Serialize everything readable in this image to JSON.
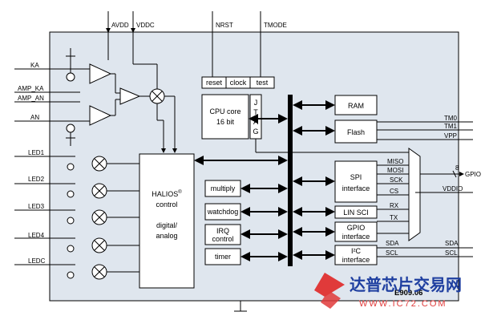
{
  "top_pins": {
    "avdd": "AVDD",
    "vddc": "VDDC",
    "nrst": "NRST",
    "tmode": "TMODE"
  },
  "left_pins": {
    "ka": "KA",
    "amp_ka": "AMP_KA",
    "amp_an": "AMP_AN",
    "an": "AN",
    "led1": "LED1",
    "led2": "LED2",
    "led3": "LED3",
    "led4": "LED4",
    "ledc": "LEDC"
  },
  "cpu": {
    "reset": "reset",
    "clock": "clock",
    "test": "test",
    "core_line1": "CPU core",
    "core_line2": "16 bit",
    "jtag": [
      "J",
      "T",
      "A",
      "G"
    ]
  },
  "halios": {
    "name": "HALIOS",
    "reg": "®",
    "line2": "control",
    "line3": "digital/",
    "line4": "analog"
  },
  "blocks": {
    "multiply": "multiply",
    "watchdog": "watchdog",
    "irq1": "IRQ",
    "irq2": "control",
    "timer": "timer"
  },
  "memory": {
    "ram": "RAM",
    "flash": "Flash"
  },
  "periph": {
    "spi1": "SPI",
    "spi2": "interface",
    "lin": "LIN SCI",
    "gpio1": "GPIO",
    "gpio2": "interface",
    "i2c1": "I²C",
    "i2c2": "interface"
  },
  "signals": {
    "miso": "MISO",
    "mosi": "MOSI",
    "sck": "SCK",
    "cs": "CS",
    "rx": "RX",
    "tx": "TX",
    "sda": "SDA",
    "scl": "SCL"
  },
  "right_pins": {
    "tm0": "TM0",
    "tm1": "TM1",
    "vpp": "VPP",
    "gpio": "GPIO",
    "gpio_width": "8",
    "vddio": "VDDIO",
    "sda": "SDA",
    "scl": "SCL"
  },
  "figure_id": "E909.06",
  "watermark": {
    "cn": "达普芯片交易网",
    "url": "WWW.IC72.COM"
  },
  "colors": {
    "chip_fill": "#dfe6ee",
    "watermark_blue": "#1f3fa0",
    "watermark_red": "#e03a3a"
  }
}
